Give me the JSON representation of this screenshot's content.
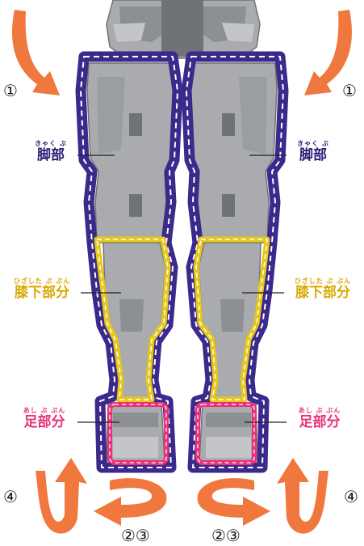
{
  "colors": {
    "arrow": "#f0773d",
    "upper_leg_outline": "#3b2a8c",
    "lower_leg_outline": "#e6c817",
    "foot_outline": "#e8317a",
    "robot_body": "#a9abae",
    "robot_shadow": "#7f8286",
    "label_text_dark": "#2b1f74"
  },
  "labels": {
    "upper_left": {
      "ruby": "きゃく ぶ",
      "text": "脚部"
    },
    "upper_right": {
      "ruby": "きゃく ぶ",
      "text": "脚部"
    },
    "lower_left": {
      "ruby": "ひざした ぶ ぶん",
      "text": "膝下部分"
    },
    "lower_right": {
      "ruby": "ひざした ぶ ぶん",
      "text": "膝下部分"
    },
    "foot_left": {
      "ruby": "あし ぶ ぶん",
      "text": "足部分"
    },
    "foot_right": {
      "ruby": "あし ぶ ぶん",
      "text": "足部分"
    }
  },
  "steps": {
    "step1_left": "①",
    "step1_right": "①",
    "step4_left": "④",
    "step4_right": "④",
    "step23_left": "②③",
    "step23_right": "②③"
  },
  "icons": [
    "curved-arrow-icon",
    "u-turn-arrow-icon"
  ]
}
